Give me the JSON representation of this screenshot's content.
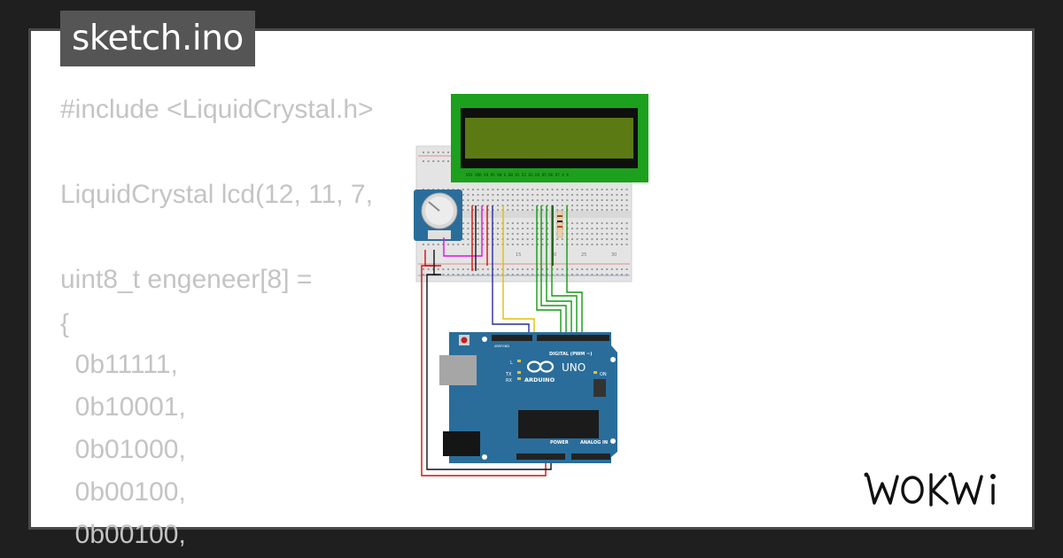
{
  "title": "sketch.ino",
  "code_lines": [
    "#include <LiquidCrystal.h>",
    "",
    "LiquidCrystal lcd(12, 11, 7,",
    "",
    "uint8_t engeneer[8] =",
    "{",
    "  0b11111,",
    "  0b10001,",
    "  0b01000,",
    "  0b00100,",
    "  0b00100,"
  ],
  "lcd_pins": "VSS VDD V0 RS RW E  D0 D1 D2 D3 D4 D5 D6 D7  A  K",
  "board": {
    "brand": "ARDUINO",
    "model": "UNO",
    "digital_label": "DIGITAL (PWM ~)",
    "power_label": "POWER",
    "analog_label": "ANALOG IN",
    "on_label": "ON",
    "l_label": "L",
    "tx_label": "TX",
    "rx_label": "RX",
    "aref": "AREF",
    "gnd": "GND"
  },
  "breadboard_numbers": [
    "15",
    "20",
    "25",
    "30"
  ],
  "logo_text": "WOKWi",
  "colors": {
    "background": "#1f1f1f",
    "card": "#ffffff",
    "title_tab": "#555555",
    "code_text": "#c4c4c4",
    "arduino_blue": "#2a6d9a",
    "lcd_green": "#1da01d"
  }
}
